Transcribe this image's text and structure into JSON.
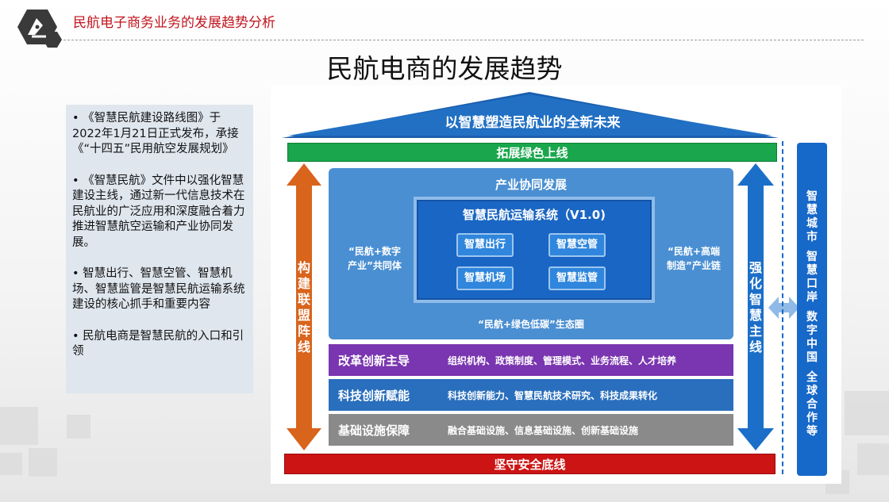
{
  "header": {
    "title": "民航电子商务业务的发展趋势分析"
  },
  "page_title": "民航电商的发展趋势",
  "bullets": [
    "• 《智慧民航建设路线图》于2022年1月21日正式发布，承接《“十四五”民用航空发展规划》",
    "• 《智慧民航》文件中以强化智慧建设主线，通过新一代信息技术在民航业的广泛应用和深度融合着力推进智慧航空运输和产业协同发展。",
    "• 智慧出行、智慧空管、智慧机场、智慧监管是智慧民航运输系统建设的核心抓手和重要内容",
    "• 民航电商是智慧民航的入口和引领"
  ],
  "diagram": {
    "roof": "以智慧塑造民航业的全新未来",
    "green_bar": "拓展绿色上线",
    "red_bar": "坚守安全底线",
    "left_arrow": [
      "构",
      "建",
      "联",
      "盟",
      "阵",
      "线"
    ],
    "right_arrow": [
      "强",
      "化",
      "智",
      "慧",
      "主",
      "线"
    ],
    "synergy_title": "产业协同发展",
    "core_title": "智慧民航运输系统（V1.0)",
    "core_items": [
      "智慧出行",
      "智慧空管",
      "智慧机场",
      "智慧监管"
    ],
    "left_side": [
      "“民航+数字",
      "产业”共同体"
    ],
    "right_side": [
      "“民航+高端",
      "制造”产业链"
    ],
    "eco": "“民航+绿色低碳”生态圈",
    "layers": [
      {
        "name": "改革创新主导",
        "desc": "组织机构、政策制度、管理模式、业务流程、人才培养"
      },
      {
        "name": "科技创新赋能",
        "desc": "科技创新能力、智慧民航技术研究、科技成果转化"
      },
      {
        "name": "基础设施保障",
        "desc": "融合基础设施、信息基础设施、创新基础设施"
      }
    ],
    "pillar": [
      "智",
      "慧",
      "城",
      "市",
      "",
      "智",
      "慧",
      "口",
      "岸",
      "",
      "数",
      "字",
      "中",
      "国",
      "",
      "全",
      "球",
      "合",
      "作",
      "等"
    ]
  },
  "colors": {
    "header_red": "#c0141c",
    "green": "#19a64c",
    "red": "#cc1414",
    "orange": "#d9641c",
    "blue": "#1668c9",
    "purple": "#7a35b0",
    "grey": "#8a8a8a"
  }
}
